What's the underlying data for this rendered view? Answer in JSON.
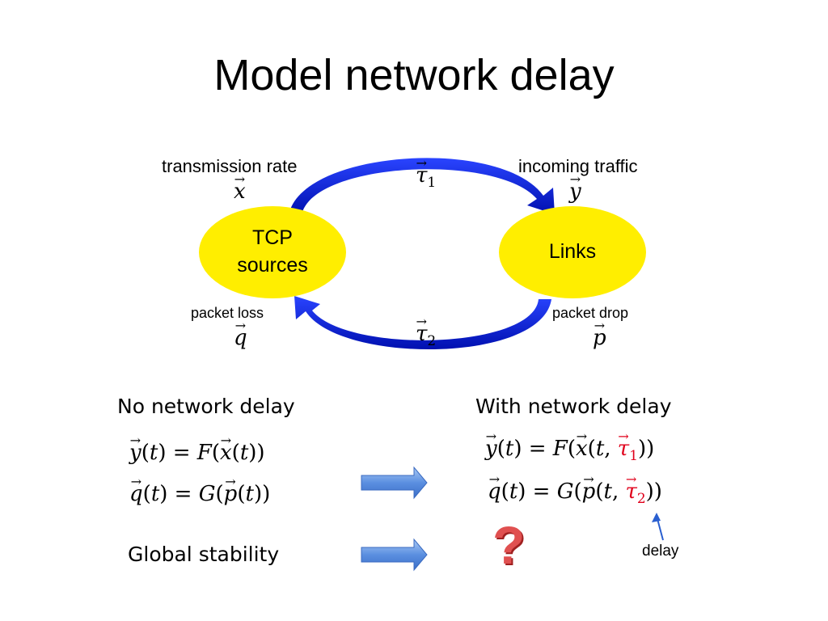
{
  "title": "Model network delay",
  "diagram": {
    "nodes": {
      "tcp": {
        "line1": "TCP",
        "line2": "sources",
        "color": "#ffee00"
      },
      "links": {
        "label": "Links",
        "color": "#ffee00"
      }
    },
    "labels": {
      "transmission_rate": "transmission rate",
      "incoming_traffic": "incoming traffic",
      "packet_loss": "packet loss",
      "packet_drop": "packet drop"
    },
    "symbols": {
      "x": "x",
      "y": "y",
      "q": "q",
      "p": "p",
      "tau": "τ",
      "one": "1",
      "two": "2"
    },
    "arrow_color": "#0a1fd6"
  },
  "left_column": {
    "heading": "No network delay",
    "eq1": {
      "lhs": "y",
      "arg": "t",
      "fn": "F",
      "inner": "x",
      "inner_arg": "t"
    },
    "eq2": {
      "lhs": "q",
      "arg": "t",
      "fn": "G",
      "inner": "p",
      "inner_arg": "t"
    },
    "global_stability": "Global stability"
  },
  "right_column": {
    "heading": "With network delay",
    "eq1": {
      "lhs": "y",
      "arg": "t",
      "fn": "F",
      "inner": "x",
      "inner_arg": "t",
      "delay_sym": "τ",
      "delay_sub": "1"
    },
    "eq2": {
      "lhs": "q",
      "arg": "t",
      "fn": "G",
      "inner": "p",
      "inner_arg": "t",
      "delay_sym": "τ",
      "delay_sub": "2"
    },
    "question_mark": "?",
    "delay_label": "delay"
  },
  "colors": {
    "delay_red": "#e0001b",
    "block_arrow": "#5b8fe0",
    "question": "#e05050"
  }
}
